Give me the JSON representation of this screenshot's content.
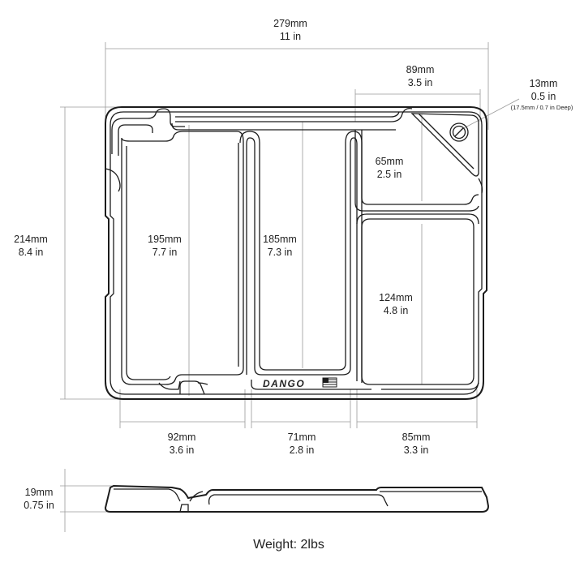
{
  "dimensions": {
    "overall_width": {
      "mm": "279mm",
      "inch": "11 in"
    },
    "right_compartment_width": {
      "mm": "89mm",
      "inch": "3.5 in"
    },
    "magnet_hole": {
      "mm": "13mm",
      "inch": "0.5 in",
      "note": "(17.5mm / 0.7 in Deep)"
    },
    "top_right_depth": {
      "mm": "65mm",
      "inch": "2.5 in"
    },
    "overall_height": {
      "mm": "214mm",
      "inch": "8.4 in"
    },
    "left_compartment_length": {
      "mm": "195mm",
      "inch": "7.7 in"
    },
    "middle_compartment_length": {
      "mm": "185mm",
      "inch": "7.3 in"
    },
    "bottom_right_length": {
      "mm": "124mm",
      "inch": "4.8 in"
    },
    "left_compartment_width": {
      "mm": "92mm",
      "inch": "3.6 in"
    },
    "middle_compartment_width": {
      "mm": "71mm",
      "inch": "2.8 in"
    },
    "right_compartment_bottom_width": {
      "mm": "85mm",
      "inch": "3.3 in"
    },
    "tray_height": {
      "mm": "19mm",
      "inch": "0.75 in"
    }
  },
  "brand": "DANGO",
  "weight": "Weight: 2lbs",
  "colors": {
    "outline": "#1c1c1c",
    "dimension_line": "#9a9a9a",
    "text": "#222222"
  },
  "icons": [
    "flag-icon",
    "magnet-hole-icon"
  ]
}
